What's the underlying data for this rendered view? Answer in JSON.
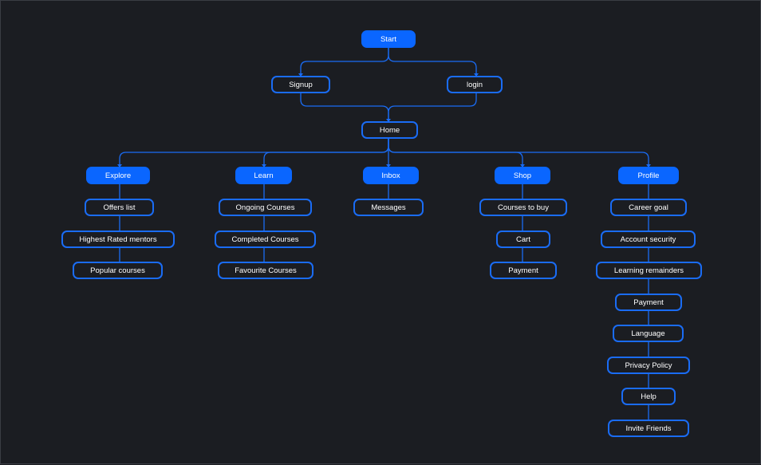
{
  "colors": {
    "background": "#1b1d22",
    "accent": "#0a66ff",
    "line": "#1a6cf5",
    "text": "#ffffff"
  },
  "nodes": {
    "start": "Start",
    "signup": "Signup",
    "login": "login",
    "home": "Home",
    "explore": "Explore",
    "offers_list": "Offers list",
    "highest_rated": "Highest Rated mentors",
    "popular_courses": "Popular courses",
    "learn": "Learn",
    "ongoing": "Ongoing Courses",
    "completed": "Completed Courses",
    "favourite": "Favourite Courses",
    "inbox": "Inbox",
    "messages": "Messages",
    "shop": "Shop",
    "courses_to_buy": "Courses to buy",
    "cart": "Cart",
    "shop_payment": "Payment",
    "profile": "Profile",
    "career_goal": "Career goal",
    "account_security": "Account security",
    "learning_remainders": "Learning remainders",
    "profile_payment": "Payment",
    "language": "Language",
    "privacy_policy": "Privacy Policy",
    "help": "Help",
    "invite_friends": "Invite Friends"
  }
}
